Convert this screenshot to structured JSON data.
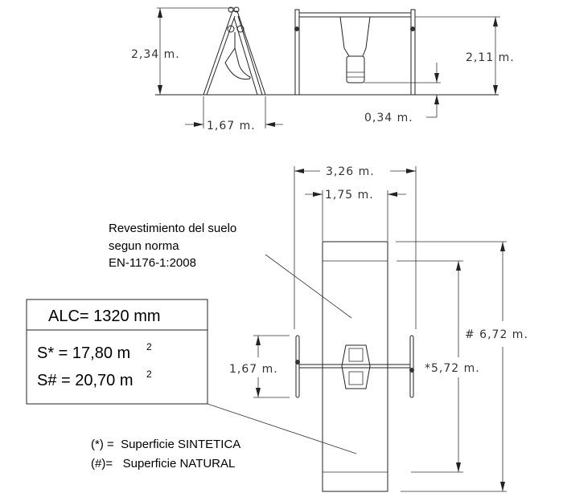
{
  "side_view": {
    "height_label": "2,34 m.",
    "base_label": "1,67 m."
  },
  "front_view": {
    "height_label": "2,11 m.",
    "seat_height_label": "0,34 m."
  },
  "plan_view": {
    "total_width_label": "3,26 m.",
    "surface_width_label": "1,75 m.",
    "post_spacing_label": "1,67 m.",
    "natural_length_label": "# 6,72 m.",
    "synthetic_length_label": "*5,72 m."
  },
  "note": {
    "lines": [
      "Revestimiento del suelo",
      "segun norma",
      "EN-1176-1:2008"
    ]
  },
  "info_box": {
    "alc": "ALC= 1320 mm",
    "s_synthetic": "S* = 17,80 m",
    "s_natural": "S# = 20,70 m",
    "superscript": "2"
  },
  "legend": {
    "synthetic": "(*) =  Superficie SINTETICA",
    "natural": "(#)=   Superficie NATURAL"
  }
}
